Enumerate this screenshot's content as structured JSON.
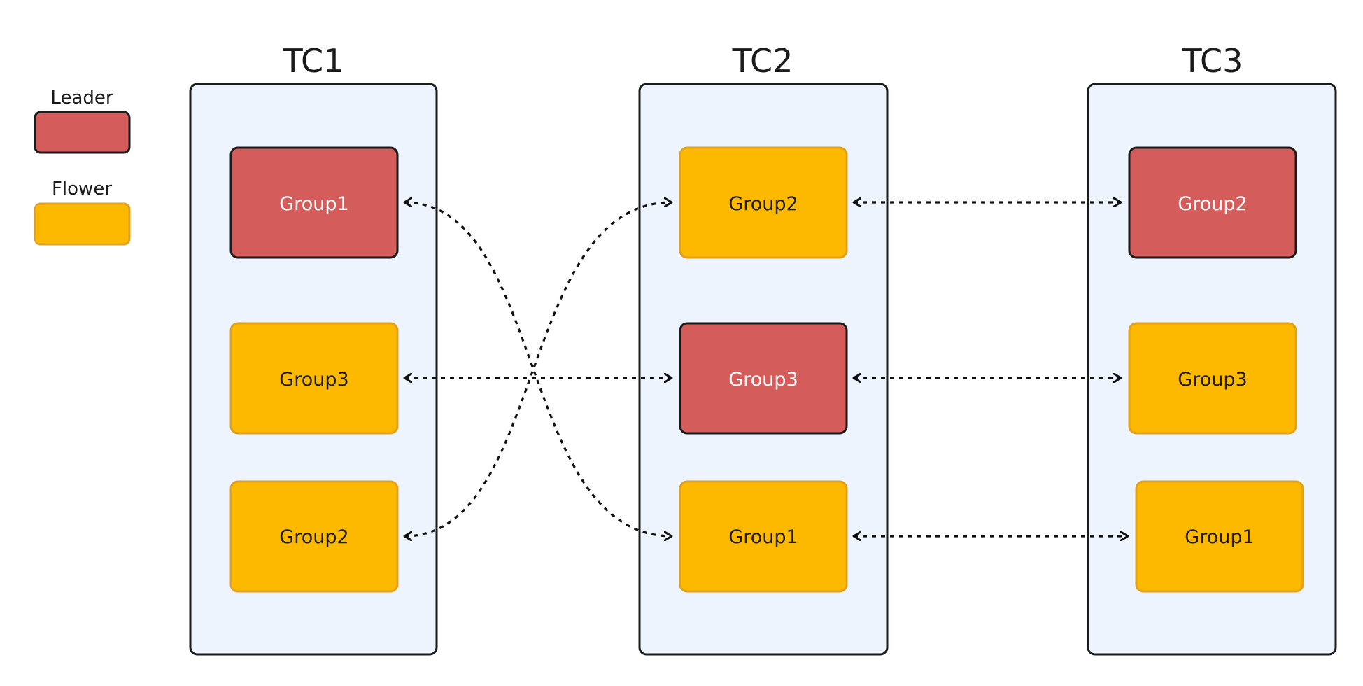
{
  "legend": {
    "leader": {
      "label": "Leader",
      "color": "#d45d5b"
    },
    "follower": {
      "label": "Flower",
      "color": "#fdb900"
    }
  },
  "colors": {
    "leader_fill": "#d45d5b",
    "leader_stroke": "#1b1b1b",
    "follower_fill": "#fdb900",
    "follower_stroke": "#e0a21c",
    "container_fill": "#eef4fd",
    "container_stroke": "#1b1b1b",
    "arrow": "#111111"
  },
  "containers": [
    {
      "id": "tc1",
      "title": "TC1",
      "groups": [
        {
          "label": "Group1",
          "role": "leader"
        },
        {
          "label": "Group3",
          "role": "follower"
        },
        {
          "label": "Group2",
          "role": "follower"
        }
      ]
    },
    {
      "id": "tc2",
      "title": "TC2",
      "groups": [
        {
          "label": "Group2",
          "role": "follower"
        },
        {
          "label": "Group3",
          "role": "leader"
        },
        {
          "label": "Group1",
          "role": "follower"
        }
      ]
    },
    {
      "id": "tc3",
      "title": "TC3",
      "groups": [
        {
          "label": "Group2",
          "role": "leader"
        },
        {
          "label": "Group3",
          "role": "follower"
        },
        {
          "label": "Group1",
          "role": "follower"
        }
      ]
    }
  ],
  "connections": [
    {
      "from": "tc1.Group1",
      "to": "tc2.Group1",
      "style": "dotted",
      "direction": "both"
    },
    {
      "from": "tc1.Group2",
      "to": "tc2.Group2",
      "style": "dotted",
      "direction": "both"
    },
    {
      "from": "tc1.Group3",
      "to": "tc2.Group3",
      "style": "dotted",
      "direction": "both"
    },
    {
      "from": "tc2.Group2",
      "to": "tc3.Group2",
      "style": "dotted",
      "direction": "both"
    },
    {
      "from": "tc2.Group3",
      "to": "tc3.Group3",
      "style": "dotted",
      "direction": "both"
    },
    {
      "from": "tc2.Group1",
      "to": "tc3.Group1",
      "style": "dotted",
      "direction": "both"
    }
  ]
}
